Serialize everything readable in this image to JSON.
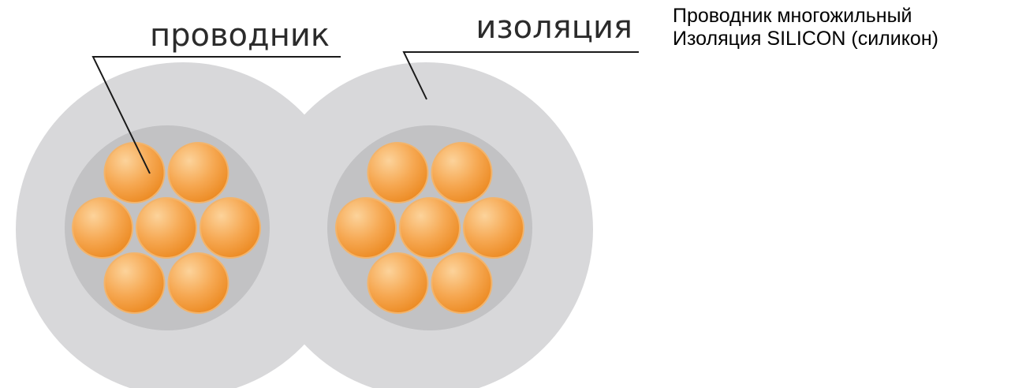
{
  "labels": {
    "conductor": "проводник",
    "insulation": "изоляция"
  },
  "description": {
    "line1": "Проводник многожильный",
    "line2": "Изоляция SILICON (силикон)"
  },
  "colors": {
    "insulation_outer": "#d8d8da",
    "insulation_inner": "#c2c2c4",
    "strand_light": "#fbc98a",
    "strand_mid": "#f5a44d",
    "strand_dark": "#ec8a22"
  },
  "cores": [
    {
      "name": "left-core",
      "strand_count": 7
    },
    {
      "name": "right-core",
      "strand_count": 7
    }
  ]
}
